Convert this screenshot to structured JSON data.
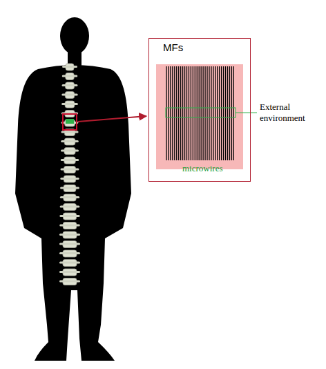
{
  "diagram": {
    "nodes": [
      {
        "text": [
          "MFs",
          "microwires"
        ]
      }
    ],
    "labels": [
      "External environment"
    ]
  }
}
